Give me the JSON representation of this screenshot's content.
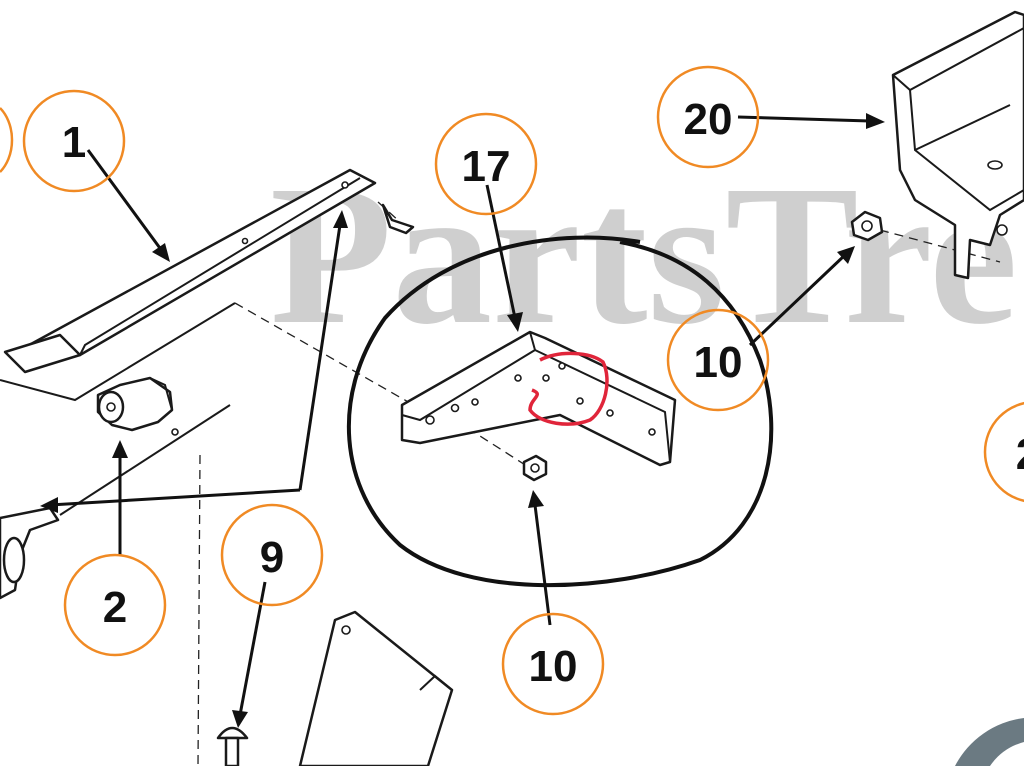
{
  "watermark": {
    "text": "PartsTre"
  },
  "callouts": [
    {
      "id": "c1",
      "label": "1"
    },
    {
      "id": "c2",
      "label": "2"
    },
    {
      "id": "c9",
      "label": "9"
    },
    {
      "id": "c17",
      "label": "17"
    },
    {
      "id": "c10a",
      "label": "10"
    },
    {
      "id": "c10b",
      "label": "10"
    },
    {
      "id": "c20",
      "label": "20"
    },
    {
      "id": "c2b",
      "label": "2"
    }
  ],
  "colors": {
    "callout_ring": "#f08a24",
    "highlight_circle": "#111111",
    "highlight_mark": "#e0253a",
    "line_art": "#1a1a1a",
    "watermark": "#cfcfcf"
  }
}
